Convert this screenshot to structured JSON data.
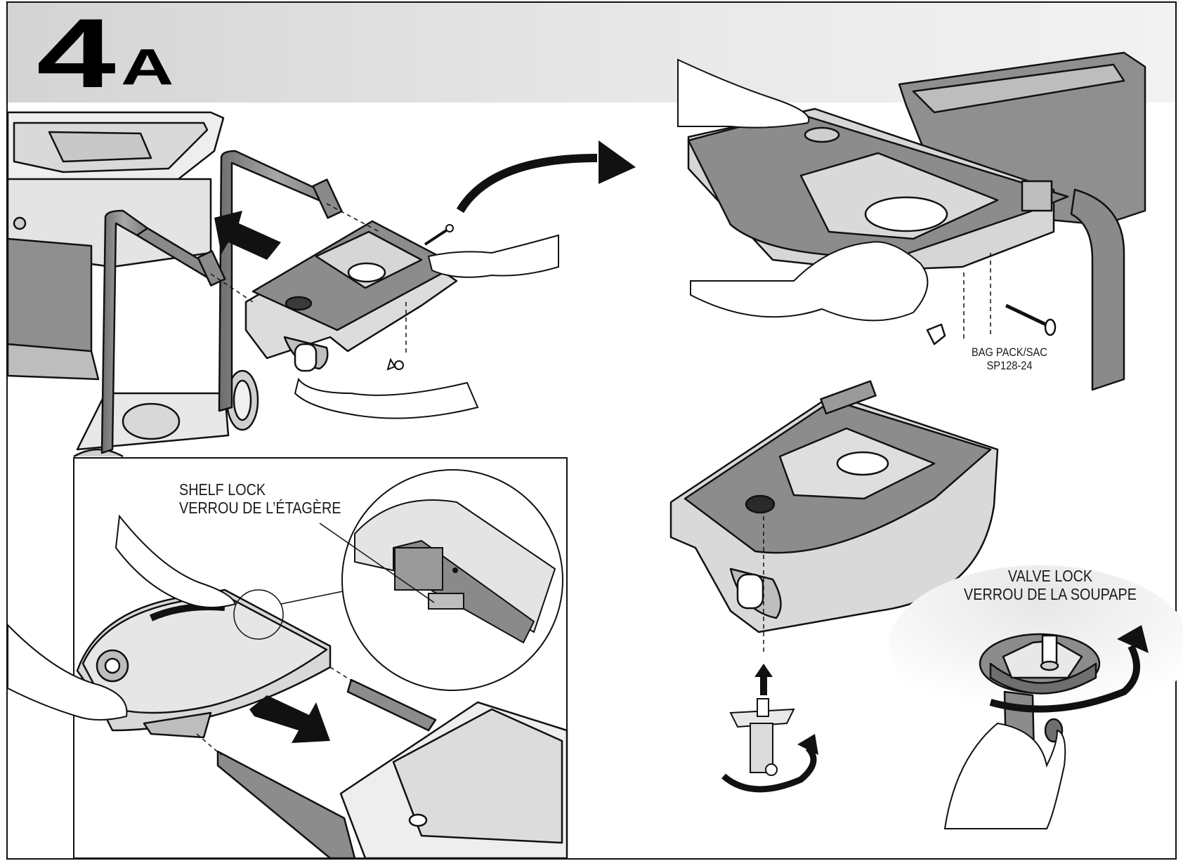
{
  "step": {
    "number": "4",
    "suffix": "A"
  },
  "labels": {
    "bag_pack": {
      "line1": "BAG PACK/SAC",
      "line2": "SP128-24"
    },
    "shelf_lock": {
      "line1": "SHELF LOCK",
      "line2": "VERROU DE L’ÉTAGÈRE"
    },
    "valve_lock": {
      "line1": "VALVE LOCK",
      "line2": "VERROU DE LA SOUPAPE"
    }
  },
  "colors": {
    "header_band": "#e2e2e2",
    "shelf_dark": "#8a8a8a",
    "shelf_light": "#d8d8d8",
    "line": "#111111"
  }
}
